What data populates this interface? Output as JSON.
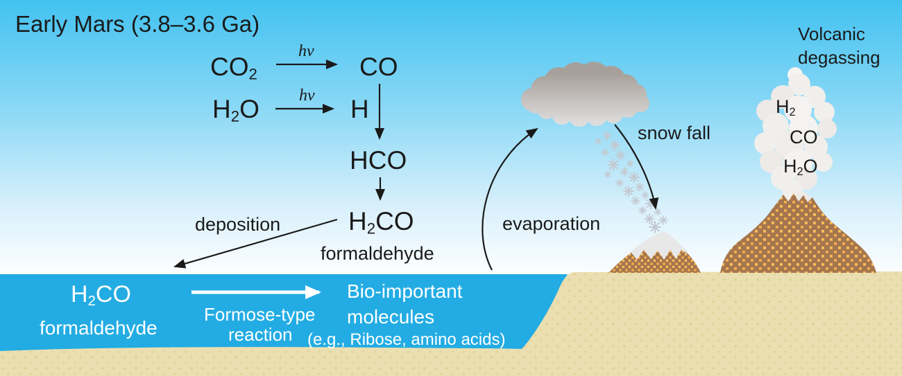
{
  "title": "Early Mars (3.8–3.6 Ga)",
  "colors": {
    "sky_top": "#42C2F0",
    "sky_bottom": "#FFFFFF",
    "water": "#23ACE3",
    "sand": "#EBDFB1",
    "sand_dot": "#DFD096",
    "volcano_brown": "#A5764E",
    "volcano_dot": "#F6AE4B",
    "snow": "#E8E8E8",
    "cloud_dark": "#A7A09A",
    "cloud_light": "#DEDDDC",
    "smoke": "#F1EFEC",
    "text": "#1A1A1A",
    "water_text": "#FFFFFF"
  },
  "atmosphere": {
    "reaction1": {
      "reactant": {
        "a": "CO",
        "sub": "2"
      },
      "condition": "hν",
      "product": "CO"
    },
    "reaction2": {
      "reactant": {
        "a": "H",
        "sub": "2",
        "b": "O"
      },
      "condition": "hν",
      "product": "H"
    },
    "intermediate": "HCO",
    "product": {
      "a": "H",
      "sub": "2",
      "b": "CO"
    },
    "product_name": "formaldehyde",
    "deposition_label": "deposition"
  },
  "ocean": {
    "molecule": {
      "a": "H",
      "sub": "2",
      "b": "CO"
    },
    "molecule_name": "formaldehyde",
    "reaction_label_line1": "Formose-type",
    "reaction_label_line2": "reaction",
    "product_line1": "Bio-important",
    "product_line2": "molecules",
    "product_examples": "(e.g., Ribose, amino acids)",
    "evaporation_label": "evaporation"
  },
  "weather": {
    "snowfall_label": "snow fall"
  },
  "volcano": {
    "label_line1": "Volcanic",
    "label_line2": "degassing",
    "gases": [
      {
        "a": "H",
        "sub": "2"
      },
      {
        "a": "CO"
      },
      {
        "a": "H",
        "sub": "2",
        "b": "O"
      }
    ]
  }
}
